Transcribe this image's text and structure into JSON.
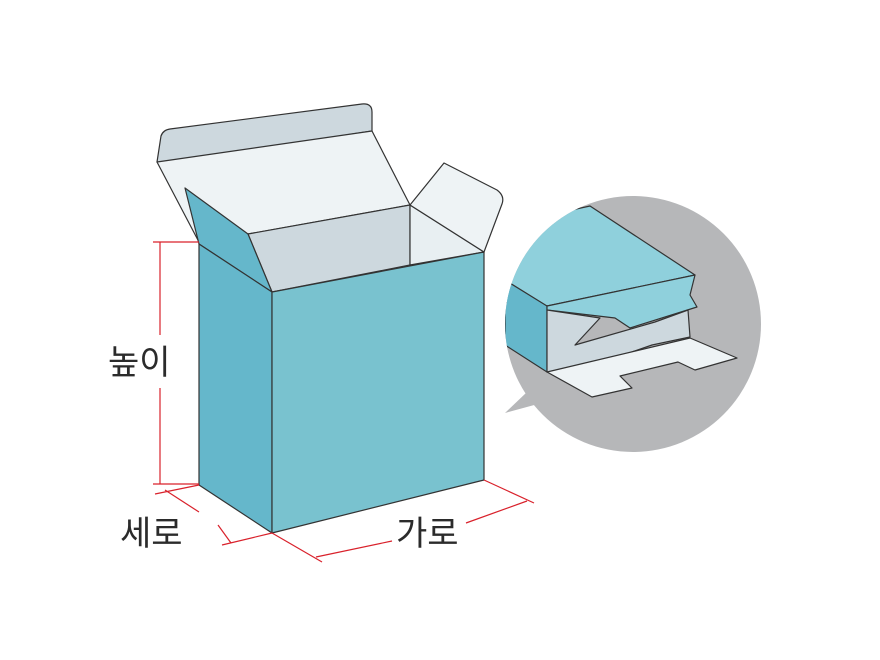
{
  "labels": {
    "height": "높이",
    "depth": "세로",
    "width": "가로"
  },
  "colors": {
    "front_face": "#79c2cf",
    "side_face": "#65b7cb",
    "inner_light": "#e8f0f3",
    "inner_mid": "#cdd8de",
    "zoom_bg": "#b6b7b9",
    "zoom_top": "#8fd0dc",
    "dimension_line": "#d9212b",
    "outline": "#333333"
  }
}
